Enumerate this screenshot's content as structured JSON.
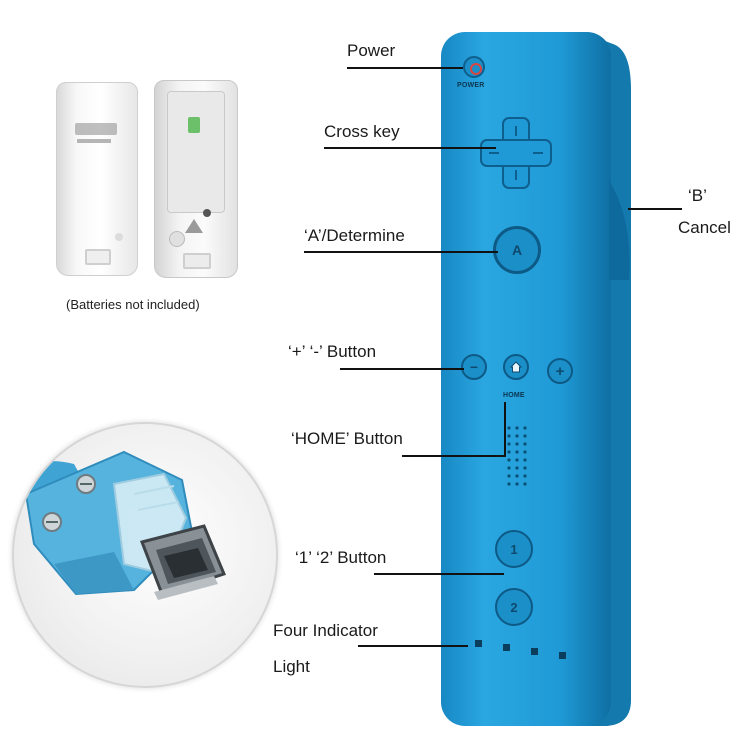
{
  "labels": {
    "power": "Power",
    "cross_key": "Cross key",
    "a_determine": "‘A’/Determine",
    "plus_minus": "‘+’ ‘-’ Button",
    "home": "‘HOME’ Button",
    "one_two": "‘1’ ‘2’ Button",
    "indicator_line1": "Four Indicator",
    "indicator_line2": "Light",
    "b_line1": "‘B’",
    "b_line2": "Cancel"
  },
  "remote_text": {
    "power_tag": "POWER",
    "home_tag": "HOME",
    "a_button": "A",
    "button_1": "1",
    "button_2": "2",
    "plus": "+",
    "minus": "−"
  },
  "battery_caption": "(Batteries not included)",
  "colors": {
    "remote_body": "#1e9ad6",
    "remote_shadow": "#127bb2",
    "power_button": "#d9463f",
    "battery_cover": "#f4f4f4",
    "plug_blue": "#56b3dd"
  }
}
